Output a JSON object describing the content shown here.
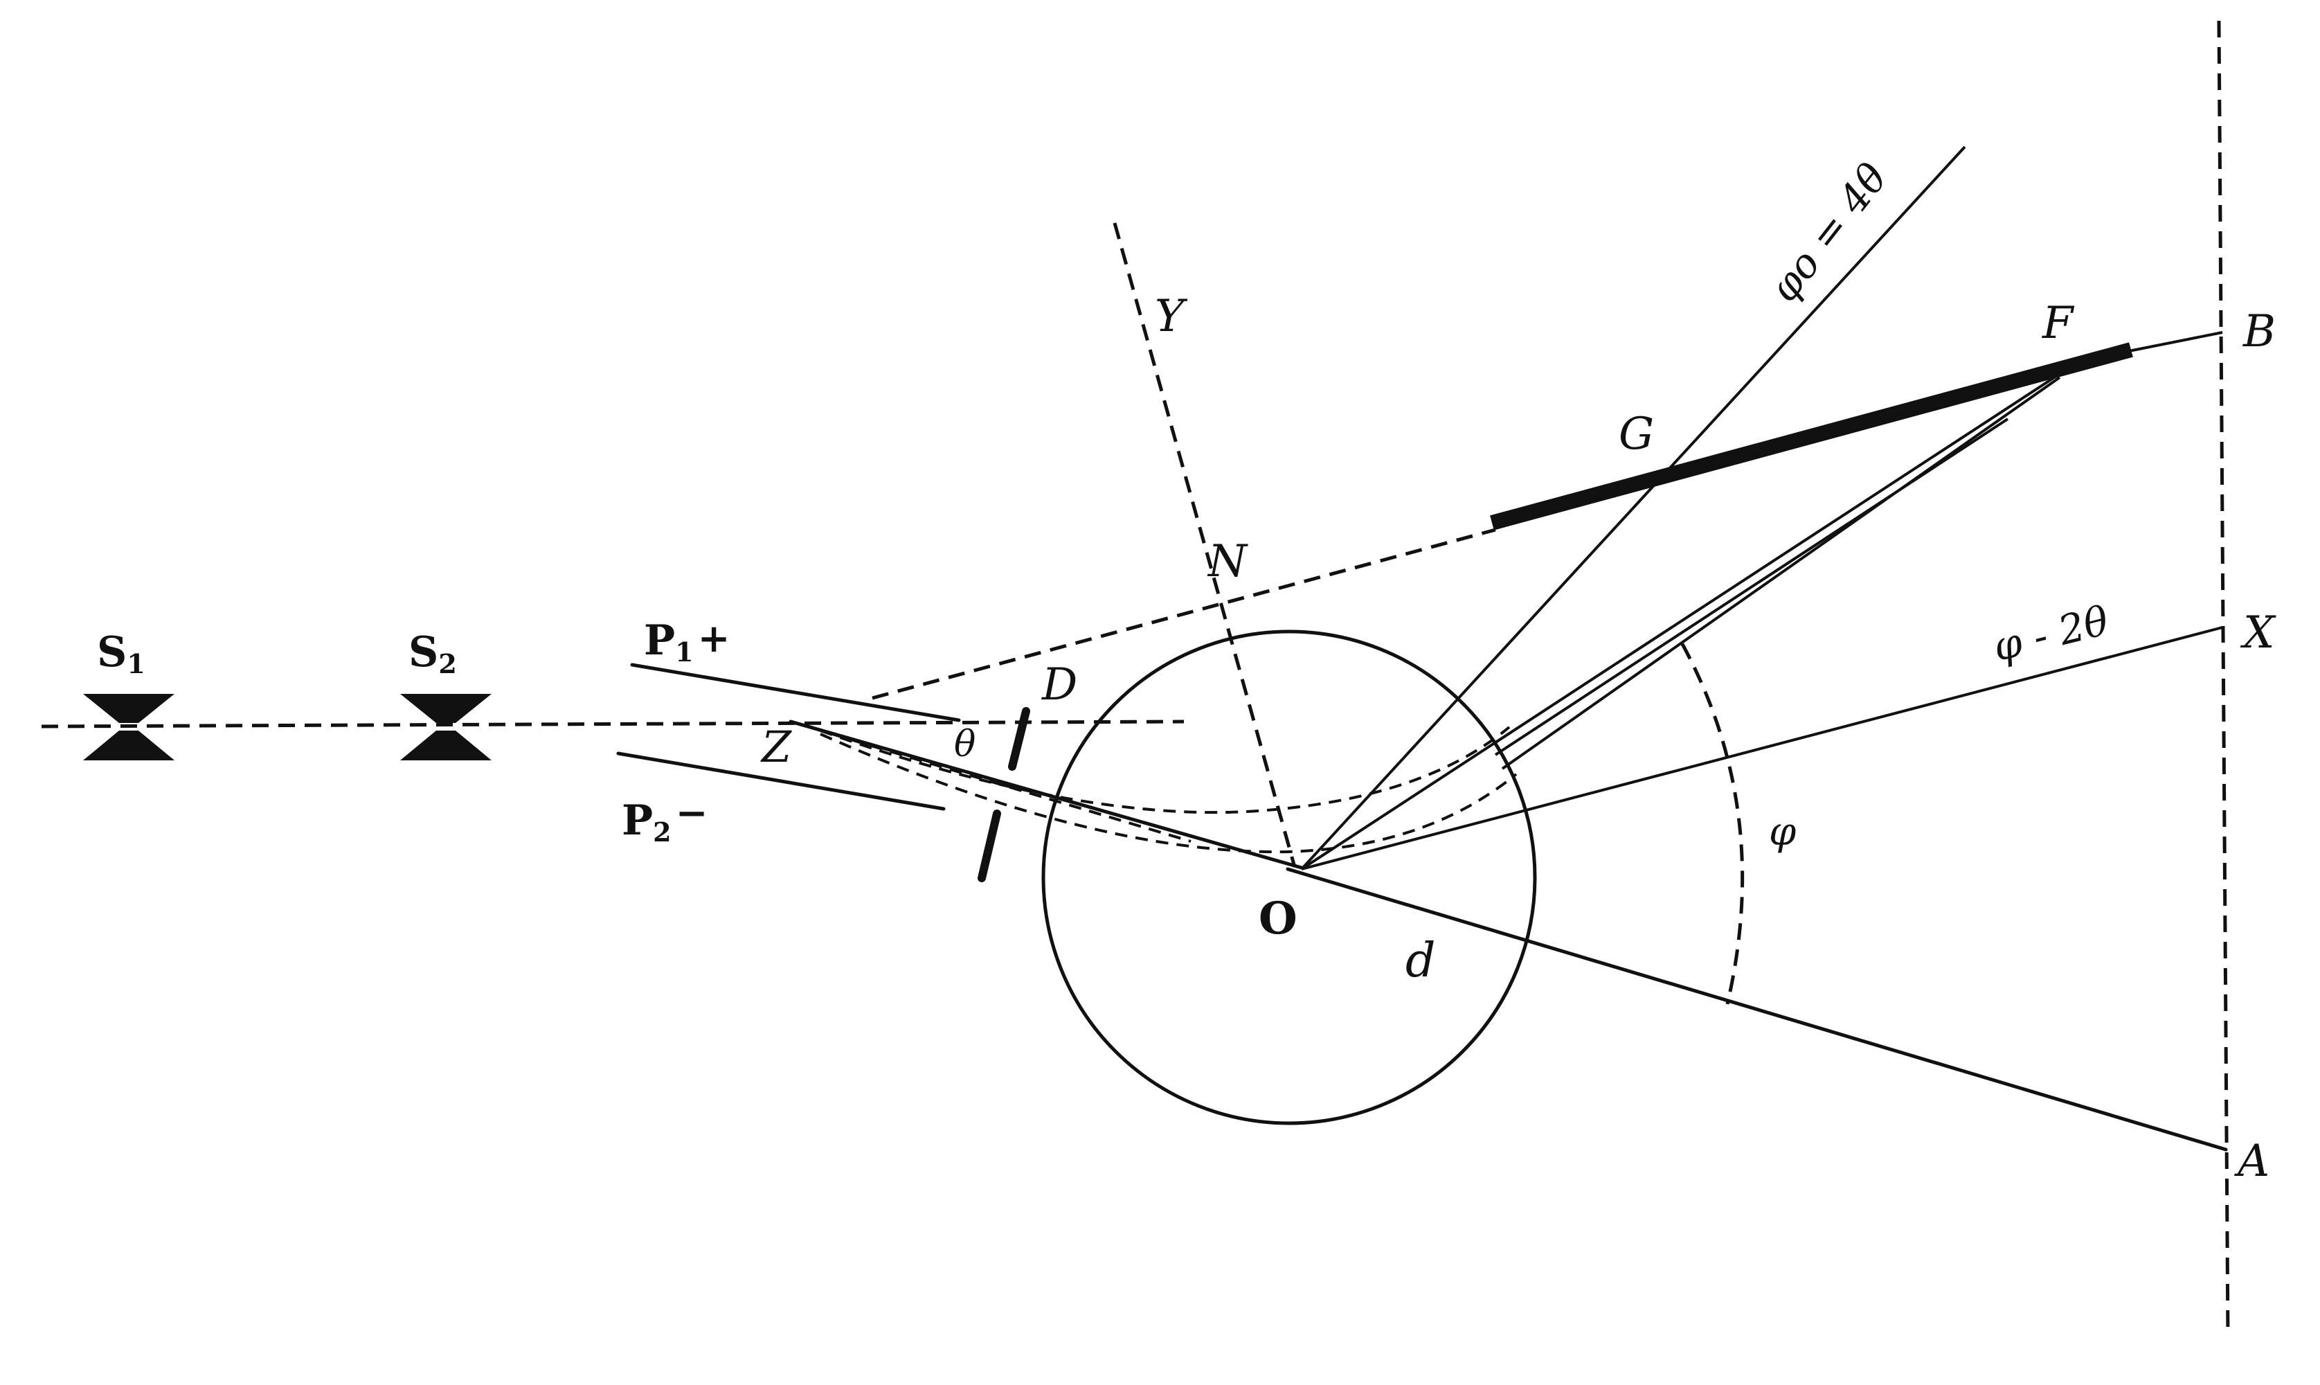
{
  "labels": {
    "s1": "S",
    "s1_sub": "1",
    "s2": "S",
    "s2_sub": "2",
    "p1": "P",
    "p1_sub": "1",
    "p1_sign": "+",
    "p2": "P",
    "p2_sub": "2",
    "p2_sign": "−",
    "z": "Z",
    "theta": "θ",
    "d_upper": "D",
    "n": "N",
    "y": "Y",
    "o": "O",
    "d_lower": "d",
    "g": "G",
    "f": "F",
    "b": "B",
    "x": "X",
    "a": "A",
    "phi": "φ",
    "phi0_eq": "φo = 4θ",
    "phi_eq": "φ - 2θ"
  }
}
